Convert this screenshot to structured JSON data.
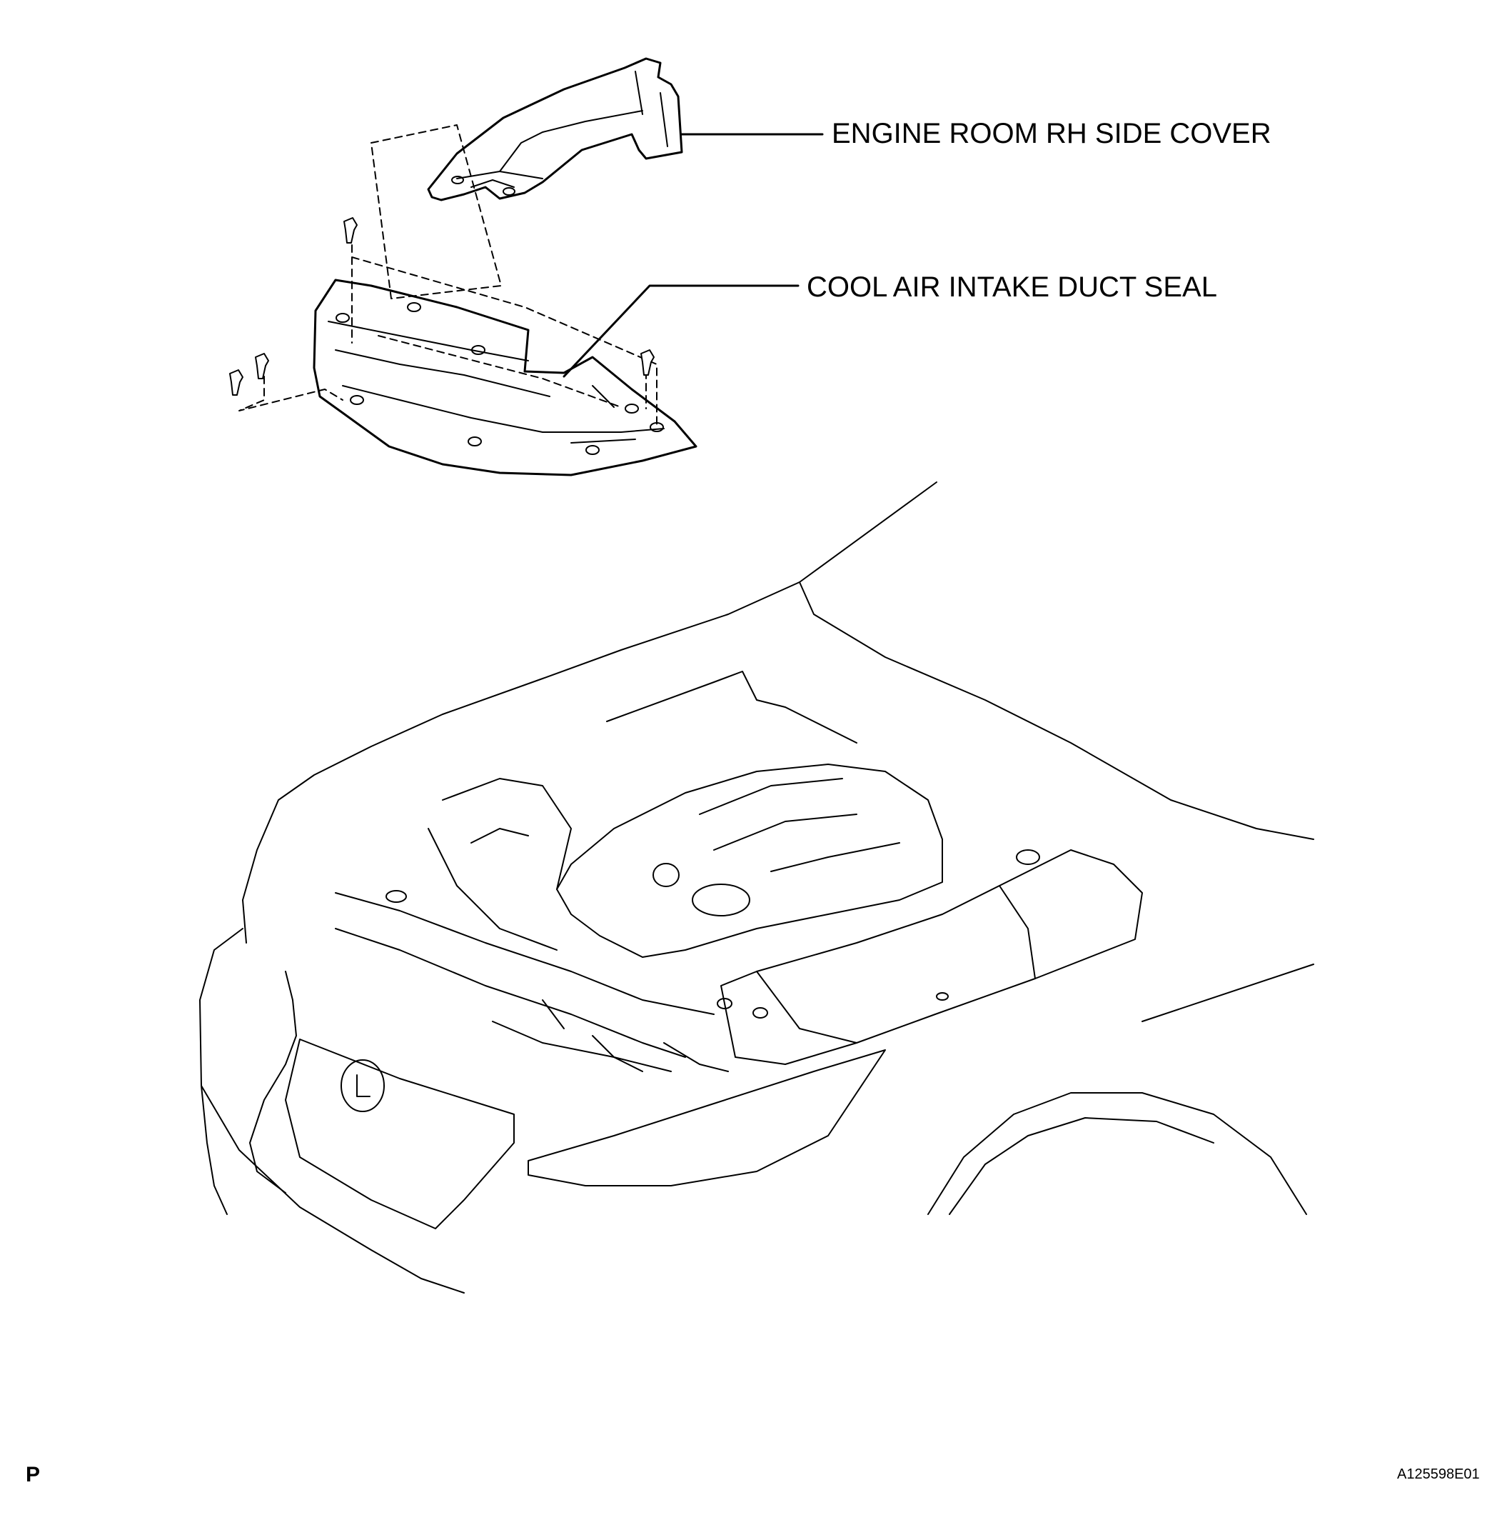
{
  "labels": {
    "engine_room_cover": "ENGINE ROOM RH SIDE COVER",
    "cool_air_duct_seal": "COOL AIR INTAKE DUCT SEAL"
  },
  "footer": {
    "section_marker": "P",
    "figure_id": "A125598E01"
  },
  "colors": {
    "line": "#000000",
    "background": "#ffffff",
    "part_fill": "#ffffff"
  }
}
